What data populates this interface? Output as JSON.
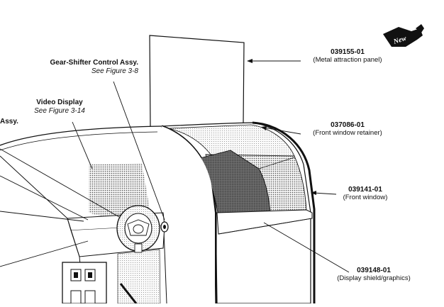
{
  "callouts": {
    "attraction_panel": {
      "part": "039155-01",
      "desc": "(Metal attraction panel)"
    },
    "window_retainer": {
      "part": "037086-01",
      "desc": "(Front window retainer)"
    },
    "front_window": {
      "part": "039141-01",
      "desc": "(Front window)"
    },
    "display_shield": {
      "part": "039148-01",
      "desc": "(Display shield/graphics)"
    },
    "gear_shifter": {
      "title": "Gear-Shifter Control Assy.",
      "ref": "See Figure 3-8"
    },
    "video_display": {
      "title": "Video Display",
      "ref": "See Figure 3-14"
    },
    "partial_left": {
      "text": "Assy."
    }
  },
  "new_badge": {
    "text": "New"
  },
  "colors": {
    "line": "#111111",
    "paper": "#ffffff",
    "shade": "#8a8a8a"
  }
}
